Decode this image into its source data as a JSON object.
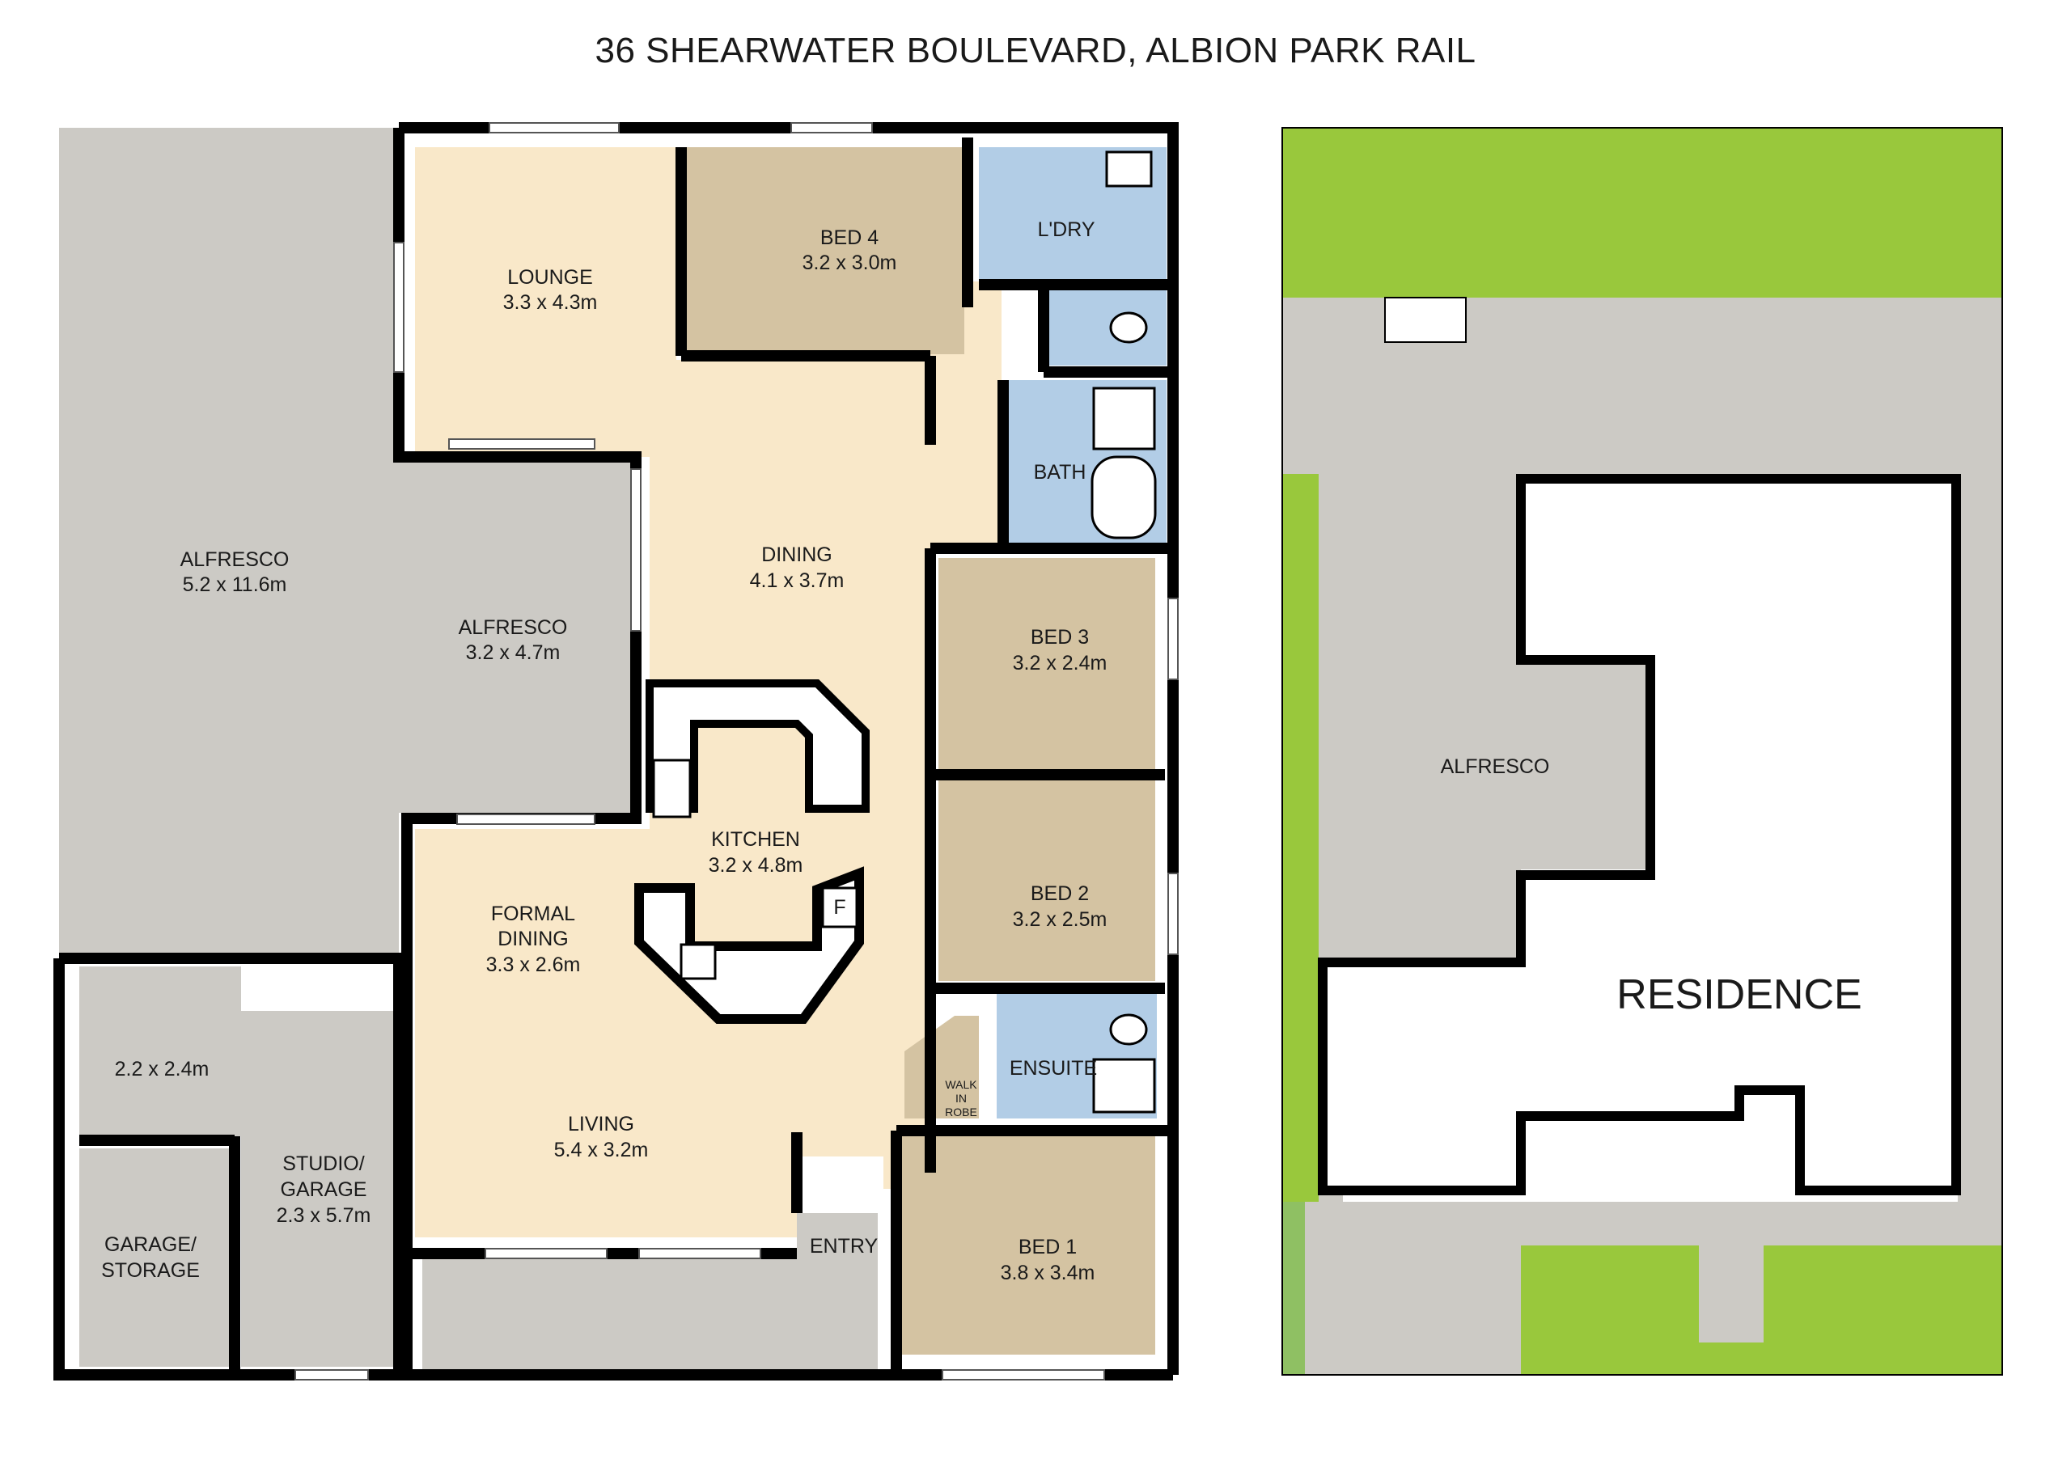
{
  "title": "36 SHEARWATER BOULEVARD, ALBION PARK RAIL",
  "colors": {
    "living": "#f9e8c9",
    "bedroom": "#d4c3a2",
    "wet": "#b2cde6",
    "outdoor": "#cccac5",
    "grass": "#99c83c",
    "wall": "#000000"
  },
  "floorplan": {
    "alfresco_main": {
      "name": "ALFRESCO",
      "size": "5.2 x 11.6m"
    },
    "lounge": {
      "name": "LOUNGE",
      "size": "3.3 x 4.3m"
    },
    "bed4": {
      "name": "BED 4",
      "size": "3.2 x 3.0m"
    },
    "laundry": {
      "name": "L'DRY"
    },
    "bath": {
      "name": "BATH"
    },
    "dining": {
      "name": "DINING",
      "size": "4.1 x 3.7m"
    },
    "alfresco_small": {
      "name": "ALFRESCO",
      "size": "3.2 x 4.7m"
    },
    "bed3": {
      "name": "BED 3",
      "size": "3.2 x 2.4m"
    },
    "kitchen": {
      "name": "KITCHEN",
      "size": "3.2 x 4.8m",
      "fridge": "F"
    },
    "bed2": {
      "name": "BED 2",
      "size": "3.2 x 2.5m"
    },
    "formal_dining": {
      "name_line1": "FORMAL",
      "name_line2": "DINING",
      "size": "3.3 x 2.6m"
    },
    "room_small": {
      "size": "2.2 x 2.4m"
    },
    "studio": {
      "name_line1": "STUDIO/",
      "name_line2": "GARAGE",
      "size": "2.3 x 5.7m"
    },
    "ensuite": {
      "name": "ENSUITE"
    },
    "walk_in_robe": {
      "line1": "WALK",
      "line2": "IN",
      "line3": "ROBE"
    },
    "living": {
      "name": "LIVING",
      "size": "5.4 x 3.2m"
    },
    "garage_storage": {
      "name_line1": "GARAGE/",
      "name_line2": "STORAGE"
    },
    "entry": {
      "name": "ENTRY"
    },
    "bed1": {
      "name": "BED 1",
      "size": "3.8 x 3.4m"
    }
  },
  "siteplan": {
    "alfresco": "ALFRESCO",
    "residence": "RESIDENCE"
  }
}
